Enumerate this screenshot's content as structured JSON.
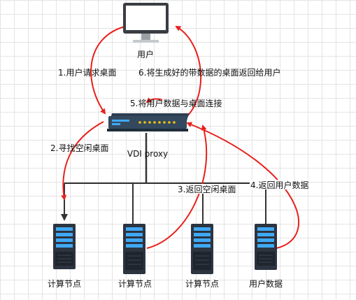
{
  "nodes": {
    "user": "用户",
    "proxy": "VDI proxy",
    "compute_nodes": [
      "计算节点",
      "计算节点",
      "计算节点"
    ],
    "user_data": "用户数据"
  },
  "steps": {
    "s1": "1.用户请求桌面",
    "s2": "2.寻找空闲桌面",
    "s3": "3.返回空闲桌面",
    "s4": "4.返回用户数据",
    "s5": "5.将用户数据与桌面连接",
    "s6": "6.将生成好的带数据的桌面返回给用户"
  },
  "colors": {
    "arrow": "#e8201c",
    "line": "#333333",
    "server_body": "#2c3440",
    "server_accent": "#3fa9f5",
    "proxy_body": "#34495e",
    "monitor_frame": "#3a3d42"
  }
}
